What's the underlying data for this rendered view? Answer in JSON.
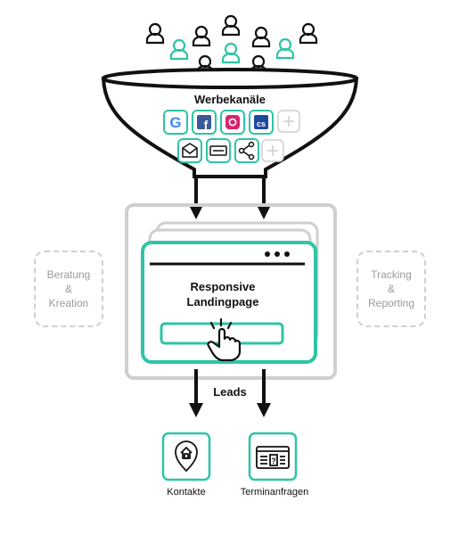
{
  "funnel": {
    "title": "Werbekanäle",
    "channels_row1": [
      "google-icon",
      "facebook-icon",
      "instagram-icon",
      "linkedin-icon",
      "add-icon"
    ],
    "channels_row2": [
      "email-icon",
      "banner-icon",
      "share-icon",
      "add-icon"
    ]
  },
  "landingpage": {
    "title_line1": "Responsive",
    "title_line2": "Landingpage"
  },
  "side_left": {
    "line1": "Beratung",
    "line2": "&",
    "line3": "Kreation"
  },
  "side_right": {
    "line1": "Tracking",
    "line2": "&",
    "line3": "Reporting"
  },
  "leads_label": "Leads",
  "outputs": {
    "kontakte": {
      "label": "Kontakte",
      "icon": "location-home-icon"
    },
    "termine": {
      "label": "Terminanfragen",
      "icon": "calendar-form-icon"
    }
  },
  "colors": {
    "accent": "#2ec4a5",
    "dark": "#111111",
    "grey": "#cfcfcf",
    "grey_text": "#9a9a9a"
  }
}
